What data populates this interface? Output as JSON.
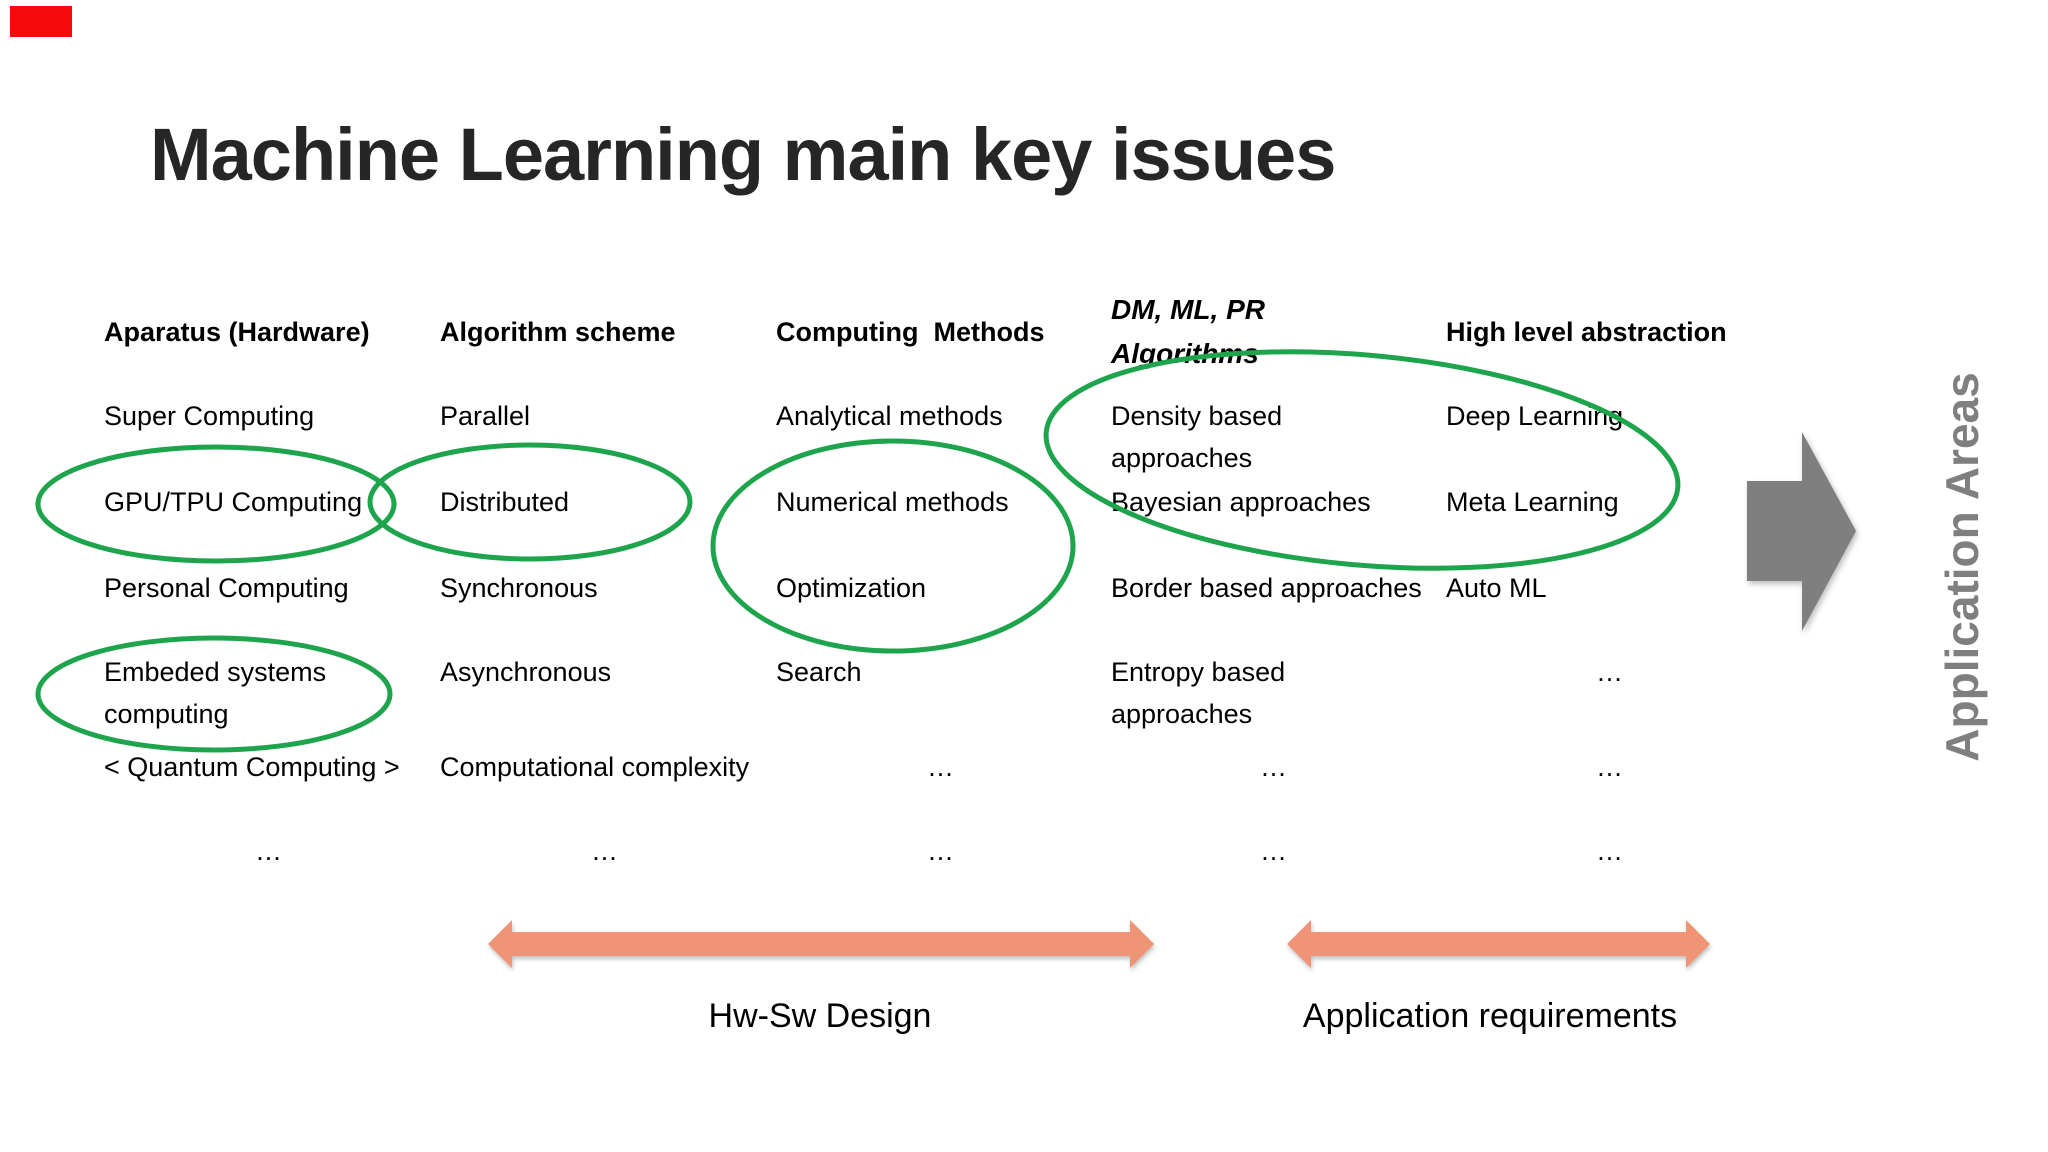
{
  "title": "Machine Learning main key issues",
  "columns": [
    {
      "header": "Aparatus (Hardware)",
      "items": [
        "Super Computing",
        "GPU/TPU Computing",
        "Personal Computing",
        {
          "lines": [
            "Embeded systems",
            "computing"
          ]
        },
        "< Quantum Computing >",
        "…"
      ]
    },
    {
      "header": "Algorithm scheme",
      "items": [
        "Parallel",
        "Distributed",
        "Synchronous",
        "Asynchronous",
        "Computational complexity",
        "…"
      ]
    },
    {
      "header": "Computing  Methods",
      "items": [
        "Analytical methods",
        "Numerical methods",
        "Optimization",
        "Search",
        "…",
        "…"
      ]
    },
    {
      "header_lines": [
        "DM, ML, PR",
        "Algorithms"
      ],
      "items": [
        {
          "lines": [
            "Density based",
            "approaches"
          ]
        },
        "Bayesian approaches",
        "Border based approaches",
        {
          "lines": [
            "Entropy based",
            "approaches"
          ]
        },
        "…",
        "…"
      ]
    },
    {
      "header": "High level abstraction",
      "items": [
        "Deep Learning",
        "Meta Learning",
        "Auto ML",
        "…",
        "…",
        "…"
      ]
    }
  ],
  "bottom": {
    "left_arrow_label": "Hw-Sw Design",
    "right_arrow_label": "Application requirements"
  },
  "side_label": "Application Areas",
  "colors": {
    "ellipse_green": "#1ea44c",
    "arrow_salmon": "#f09478",
    "arrow_gray": "#7f7f7f",
    "red_bar": "#f60909",
    "title_text": "#262626"
  }
}
